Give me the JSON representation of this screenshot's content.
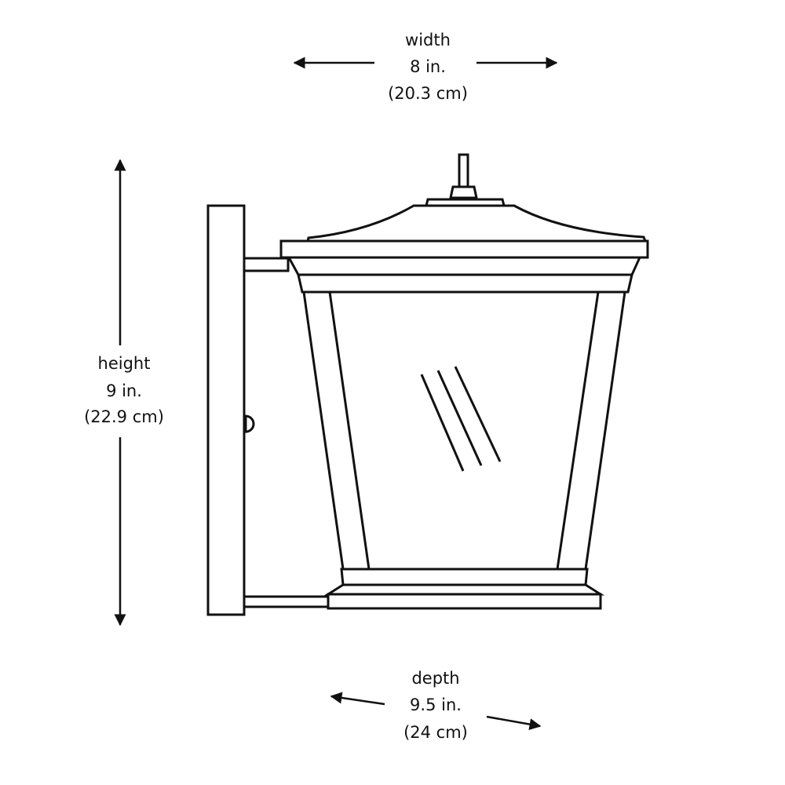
{
  "width": {
    "label": "width",
    "imperial": "8 in.",
    "metric": "(20.3 cm)"
  },
  "height": {
    "label": "height",
    "imperial": "9 in.",
    "metric": "(22.9 cm)"
  },
  "depth": {
    "label": "depth",
    "imperial": "9.5 in.",
    "metric": "(24 cm)"
  },
  "colors": {
    "line": "#111111",
    "background": "#ffffff"
  }
}
